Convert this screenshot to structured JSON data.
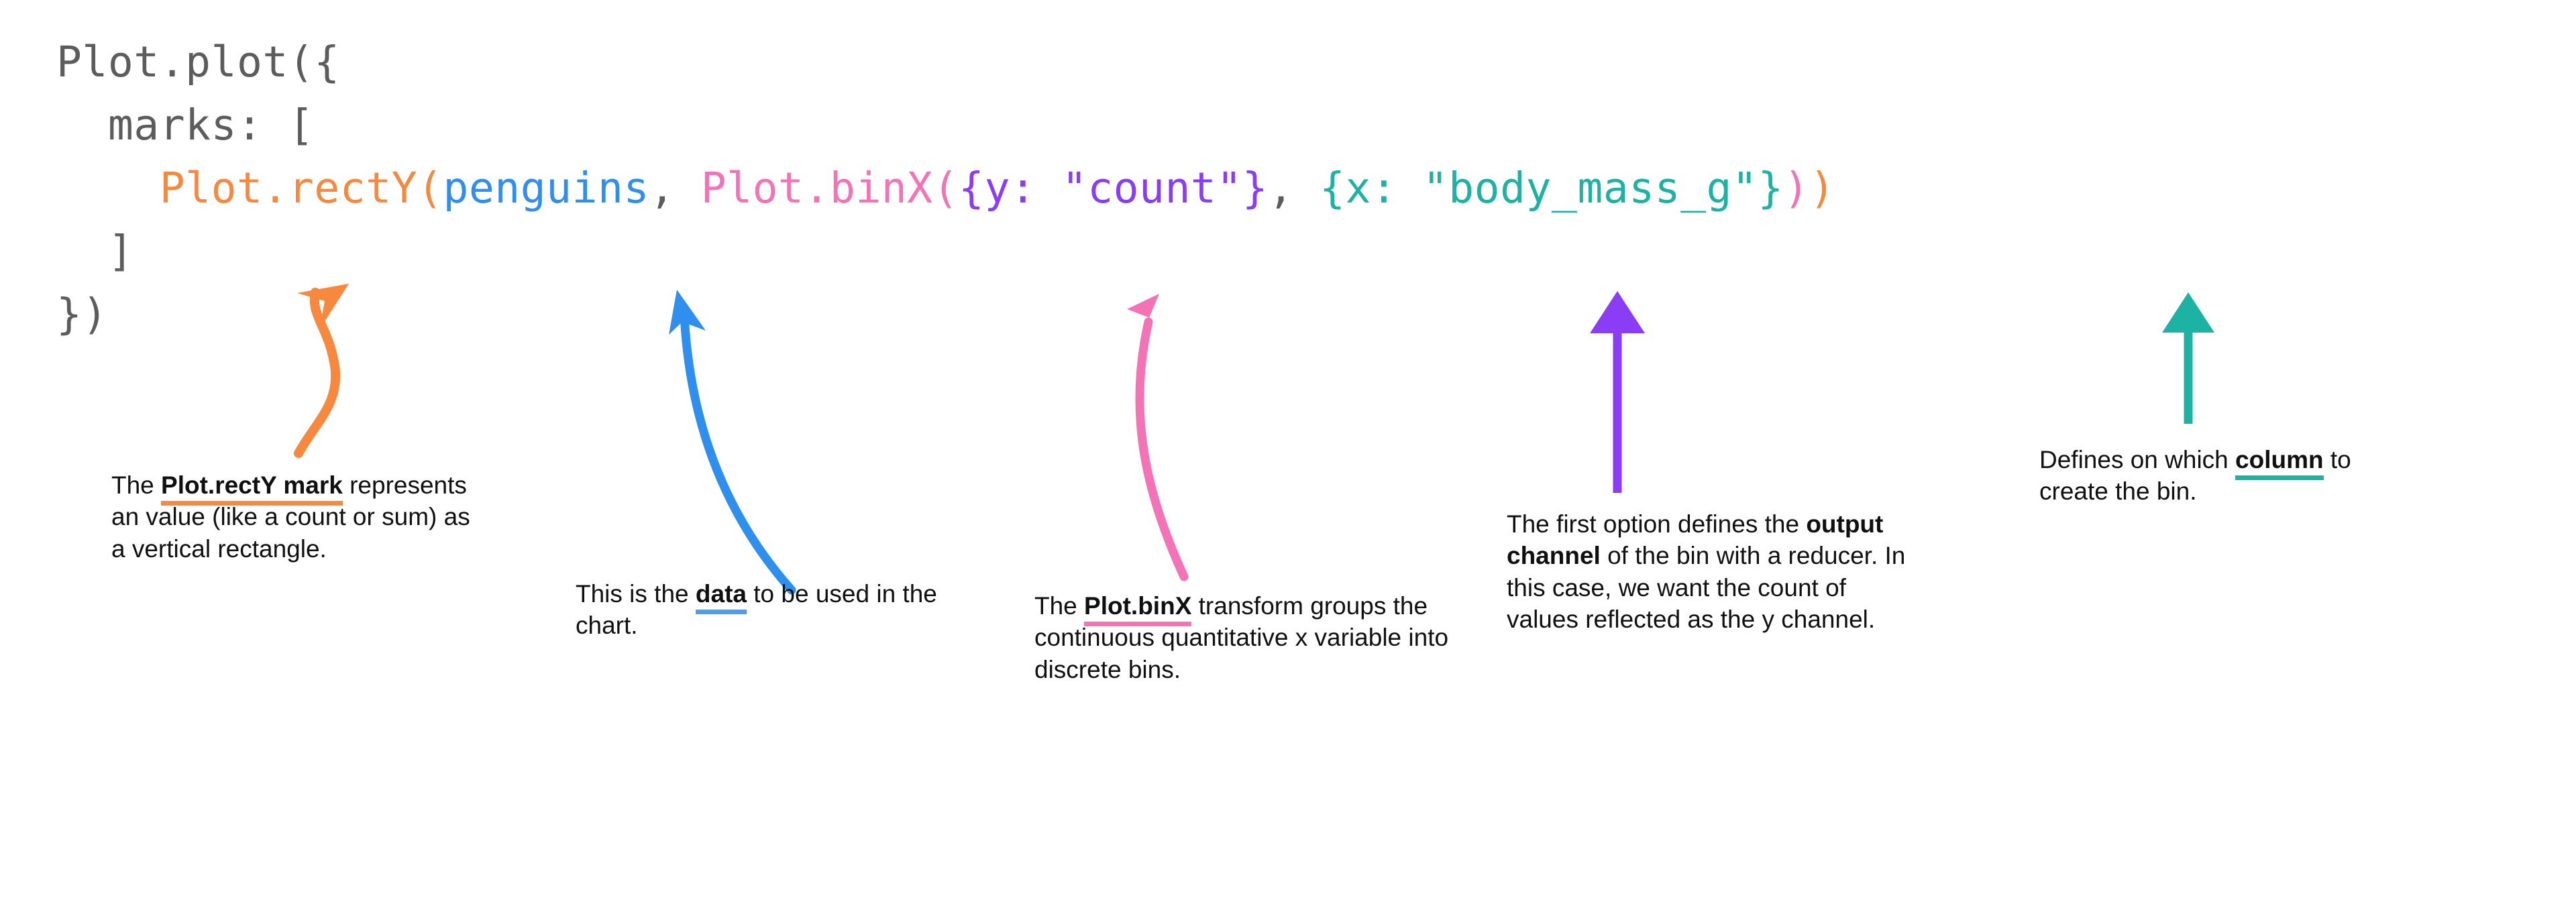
{
  "code": {
    "lines": [
      [
        {
          "t": "Plot.plot({",
          "c": "gray"
        }
      ],
      [
        {
          "t": "  marks: [",
          "c": "gray"
        }
      ],
      [
        {
          "t": "    ",
          "c": "gray"
        },
        {
          "t": "Plot.rectY(",
          "c": "orange"
        },
        {
          "t": "penguins",
          "c": "blue"
        },
        {
          "t": ", ",
          "c": "gray"
        },
        {
          "t": "Plot.binX(",
          "c": "pink"
        },
        {
          "t": "{y: \"count\"}",
          "c": "purple"
        },
        {
          "t": ", ",
          "c": "gray"
        },
        {
          "t": "{x: \"body_mass_g\"}",
          "c": "teal"
        },
        {
          "t": ")",
          "c": "pink"
        },
        {
          "t": ")",
          "c": "orange"
        }
      ],
      [
        {
          "t": "  ]",
          "c": "gray"
        }
      ],
      [
        {
          "t": "})",
          "c": "gray"
        }
      ]
    ],
    "full_text": "Plot.plot({\n  marks: [\n    Plot.rectY(penguins, Plot.binX({y: \"count\"}, {x: \"body_mass_g\"}))\n  ]\n})"
  },
  "colors": {
    "code_gray": "#5c5c5c",
    "orange": "#F6893D",
    "blue": "#2E8FEE",
    "pink": "#F472B6",
    "purple": "#8B3DF5",
    "teal": "#1CB3A4",
    "underline_blue": "#4C9FF0",
    "underline_purple": "#9B51F5",
    "text_black": "#101010",
    "background": "#FFFFFF"
  },
  "annotations": [
    {
      "id": "rectY",
      "accent": "orange",
      "lead": "The ",
      "term": "Plot.rectY mark",
      "tail": " represents an value (like a count or sum) as a vertical rectangle.",
      "full_text": "The Plot.rectY mark represents an value (like a count or sum) as a vertical rectangle."
    },
    {
      "id": "data",
      "accent": "blue",
      "lead": "This is the ",
      "term": "data",
      "tail": " to be used in the chart.",
      "full_text": "This is the data to be used in the chart."
    },
    {
      "id": "binX",
      "accent": "pink",
      "lead": "The ",
      "term": "Plot.binX",
      "tail": " transform groups the continuous quantitative x variable into discrete bins.",
      "full_text": "The Plot.binX transform groups the continuous quantitative x variable into discrete bins."
    },
    {
      "id": "output-channel",
      "accent": "purple",
      "lead": "The first option defines the ",
      "term": "output channel",
      "tail": " of the bin with a reducer. In this case, we want the count of values reflected as the y channel.",
      "full_text": "The first option defines the output channel of the bin with a reducer. In this case, we want the count of values reflected as the y channel."
    },
    {
      "id": "column",
      "accent": "teal",
      "lead": "Defines on which ",
      "term": "column",
      "tail": " to create the bin.",
      "full_text": "Defines on which column to create the bin."
    }
  ],
  "arrows": [
    {
      "id": "orange-arrow",
      "color": "#F6893D",
      "style": "s-curve",
      "points_to": "Plot.rectY"
    },
    {
      "id": "blue-arrow",
      "color": "#2E8FEE",
      "style": "curve",
      "points_to": "penguins"
    },
    {
      "id": "pink-arrow",
      "color": "#F472B6",
      "style": "curve",
      "points_to": "Plot.binX"
    },
    {
      "id": "purple-arrow",
      "color": "#8B3DF5",
      "style": "straight",
      "points_to": "{y: \"count\"}"
    },
    {
      "id": "teal-arrow",
      "color": "#1CB3A4",
      "style": "straight",
      "points_to": "{x: \"body_mass_g\"}"
    }
  ]
}
